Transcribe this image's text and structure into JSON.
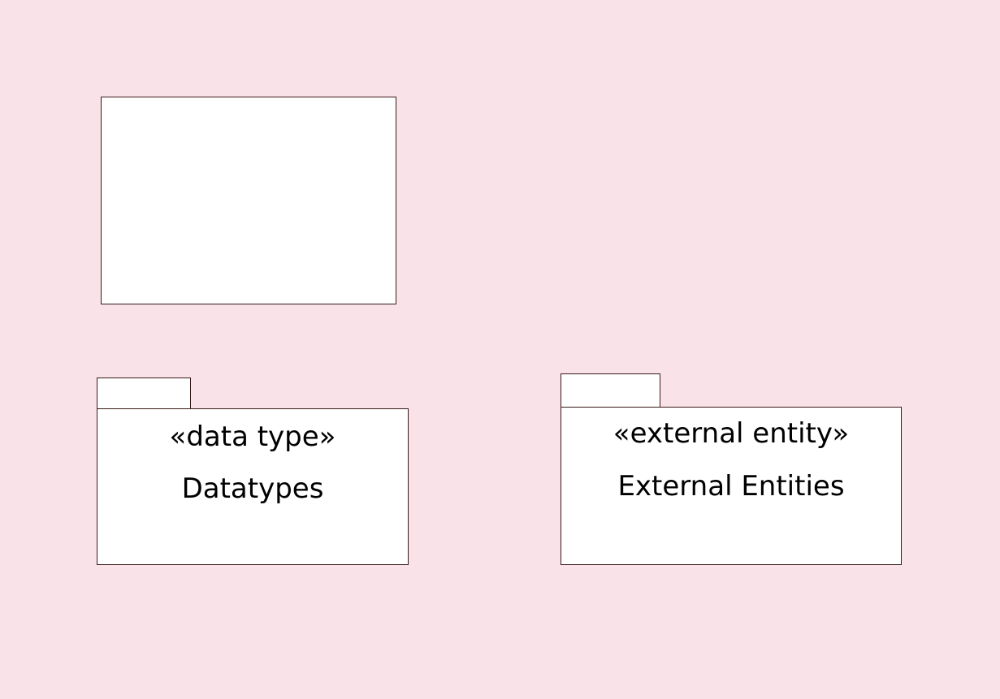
{
  "diagram": {
    "background_color": "#f9e2e8",
    "element_color": "#ffffff",
    "border_color": "#3a1a1a",
    "empty_element": {
      "label": ""
    },
    "packages": [
      {
        "stereotype": "«data type»",
        "name": "Datatypes"
      },
      {
        "stereotype": "«external entity»",
        "name": "External Entities"
      }
    ]
  }
}
